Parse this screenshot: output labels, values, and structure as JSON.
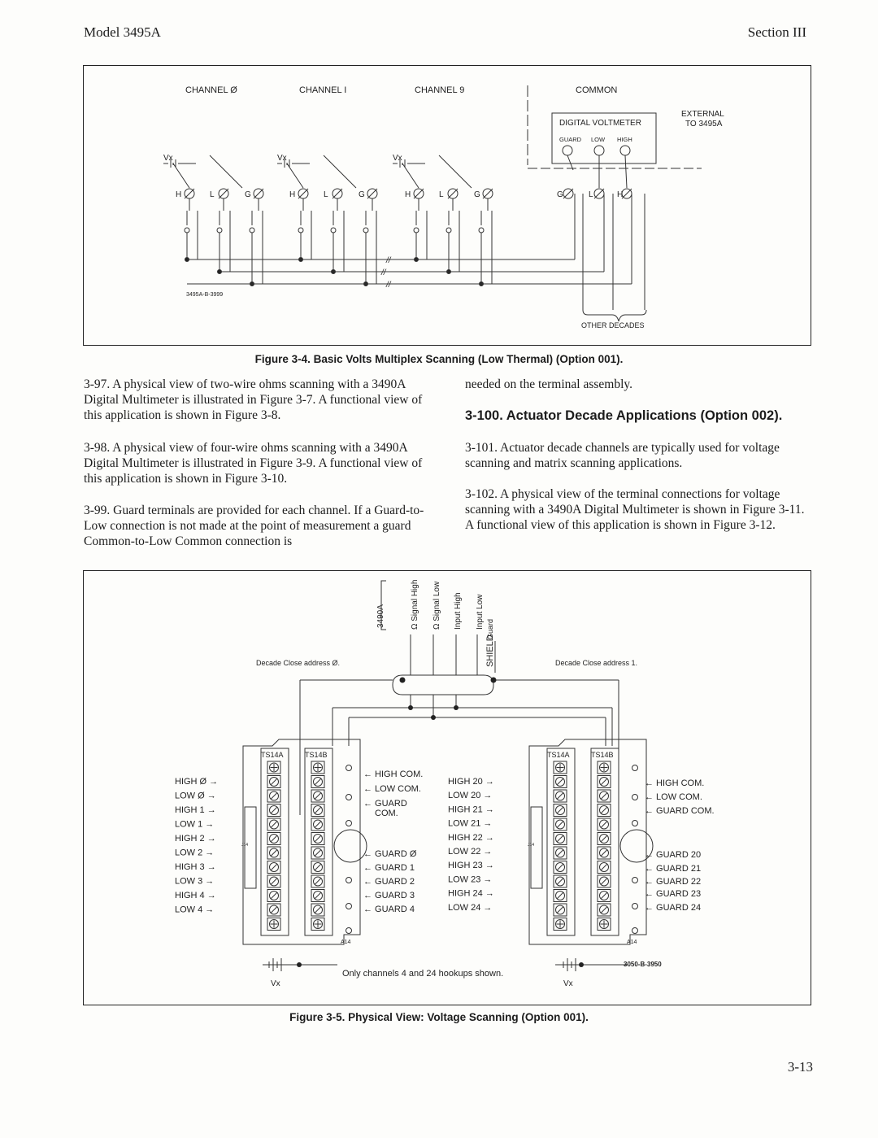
{
  "header": {
    "left": "Model 3495A",
    "right": "Section III"
  },
  "figure4": {
    "labels": {
      "ch0": "CHANNEL Ø",
      "ch1": "CHANNEL I",
      "ch9": "CHANNEL 9",
      "common": "COMMON",
      "dvm": "DIGITAL  VOLTMETER",
      "guard": "GUARD",
      "low": "LOW",
      "high": "HIGH",
      "external1": "EXTERNAL",
      "external2": "TO 3495A",
      "vx": "Vx",
      "h": "H",
      "l": "L",
      "g": "G",
      "other_decades": "OTHER DECADES",
      "code": "3495A-B-3999"
    },
    "caption": "Figure 3-4.  Basic Volts Multiplex Scanning (Low Thermal) (Option 001)."
  },
  "paragraphs": {
    "p97": "3-97. A physical view of two-wire ohms scanning with a 3490A Digital Multimeter is illustrated in Figure 3-7. A functional view of this application is shown in Figure 3-8.",
    "p98": "3-98. A physical view of four-wire ohms scanning with a 3490A Digital Multimeter is illustrated in Figure 3-9. A functional view of this application is shown in Figure 3-10.",
    "p99": "3-99. Guard terminals are provided for each channel. If a Guard-to-Low connection is not made at the point of measurement a guard Common-to-Low Common connection is",
    "p99_cont": "needed on the terminal assembly.",
    "section_heading": "3-100. Actuator Decade Applications (Option 002).",
    "p101": "3-101. Actuator decade channels are typically used for voltage scanning and matrix scanning applications.",
    "p102": "3-102. A physical view of the terminal connections for voltage scanning with a 3490A Digital Multimeter is shown in Figure 3-11. A functional view of this application is shown in Figure 3-12."
  },
  "figure5": {
    "top_labels": [
      "3490A",
      "Ω Signal High",
      "Ω Signal Low",
      "Input High",
      "Input Low",
      "Guard"
    ],
    "shield": "SHIELD",
    "decade0": "Decade Close address Ø.",
    "decade1": "Decade Close address 1.",
    "ts14a": "TS14A",
    "ts14b": "TS14B",
    "a14": "A14",
    "j14": "J14",
    "left_terms": [
      "HIGH Ø",
      "LOW Ø",
      "HIGH 1",
      "LOW 1",
      "HIGH 2",
      "LOW 2",
      "HIGH 3",
      "LOW 3",
      "HIGH 4",
      "LOW 4"
    ],
    "mid_left": [
      "HIGH COM.",
      "LOW COM.",
      "GUARD",
      "COM.",
      "GUARD Ø",
      "GUARD 1",
      "GUARD 2",
      "GUARD 3",
      "GUARD 4"
    ],
    "mid_right": [
      "HIGH 20",
      "LOW 20",
      "HIGH 21",
      "LOW 21",
      "HIGH 22",
      "LOW 22",
      "HIGH 23",
      "LOW 23",
      "HIGH 24",
      "LOW 24"
    ],
    "right_terms": [
      "HIGH COM.",
      "LOW COM.",
      "GUARD COM.",
      "GUARD 20",
      "GUARD 21",
      "GUARD 22",
      "GUARD 23",
      "GUARD 24"
    ],
    "bottom_note": "Only channels 4 and 24 hookups shown.",
    "vx": "Vx",
    "code": "3050-B-3950",
    "caption": "Figure 3-5.  Physical View: Voltage Scanning (Option 001)."
  },
  "footer": {
    "page": "3-13"
  }
}
